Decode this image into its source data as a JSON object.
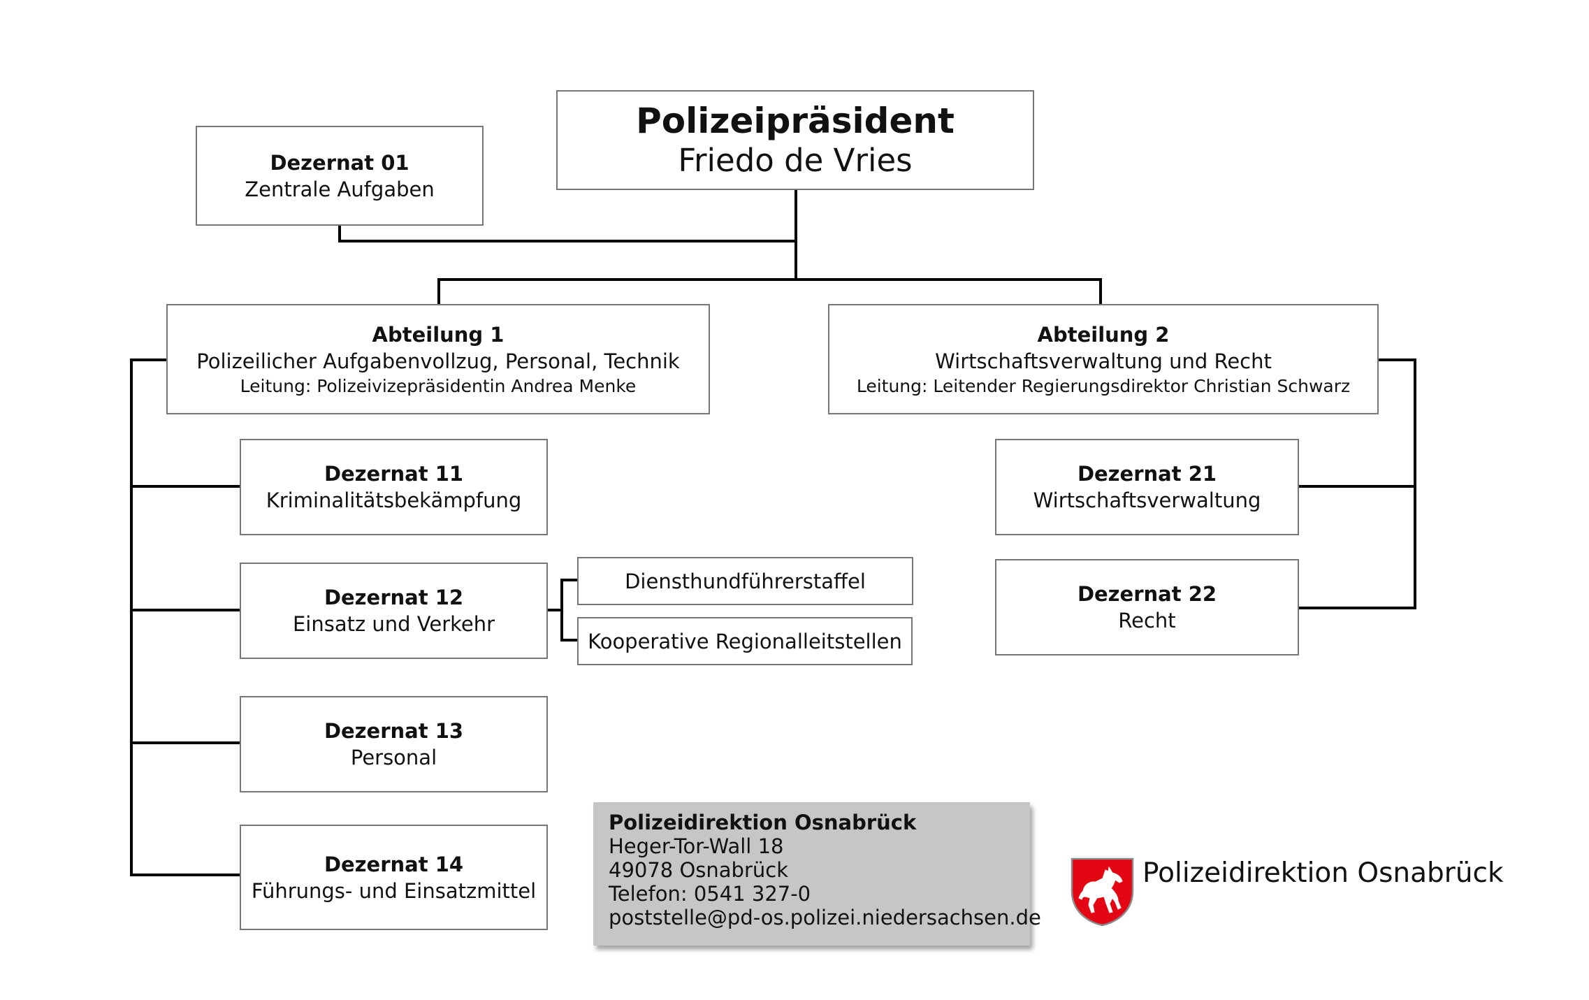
{
  "president": {
    "title": "Polizeipräsident",
    "name": "Friedo de Vries"
  },
  "dezernat_01": {
    "title": "Dezernat 01",
    "subtitle": "Zentrale Aufgaben"
  },
  "abteilung_1": {
    "title": "Abteilung 1",
    "subtitle": "Polizeilicher Aufgabenvollzug, Personal, Technik",
    "leitung": "Leitung: Polizeivizepräsidentin Andrea Menke"
  },
  "abteilung_2": {
    "title": "Abteilung 2",
    "subtitle": "Wirtschaftsverwaltung und Recht",
    "leitung": "Leitung: Leitender Regierungsdirektor Christian Schwarz"
  },
  "dezernat_11": {
    "title": "Dezernat 11",
    "subtitle": "Kriminalitätsbekämpfung"
  },
  "dezernat_12": {
    "title": "Dezernat 12",
    "subtitle": "Einsatz und Verkehr"
  },
  "dezernat_13": {
    "title": "Dezernat 13",
    "subtitle": "Personal"
  },
  "dezernat_14": {
    "title": "Dezernat 14",
    "subtitle": "Führungs- und Einsatzmittel"
  },
  "dezernat_21": {
    "title": "Dezernat 21",
    "subtitle": "Wirtschaftsverwaltung"
  },
  "dezernat_22": {
    "title": "Dezernat 22",
    "subtitle": "Recht"
  },
  "sub_units": {
    "diensthund": "Diensthundführerstaffel",
    "kooperative": "Kooperative Regionalleitstellen"
  },
  "address": {
    "name": "Polizeidirektion Osnabrück",
    "street": "Heger-Tor-Wall 18",
    "city": "49078 Osnabrück",
    "phone": "Telefon: 0541 327-0",
    "email": "poststelle@pd-os.polizei.niedersachsen.de"
  },
  "brand": {
    "text": "Polizeidirektion Osnabrück",
    "logo": "lower-saxony-horse-crest-icon"
  },
  "colors": {
    "line": "#000000",
    "box_border": "#777777",
    "address_bg": "#c6c6c6",
    "crest_red": "#e30613"
  }
}
